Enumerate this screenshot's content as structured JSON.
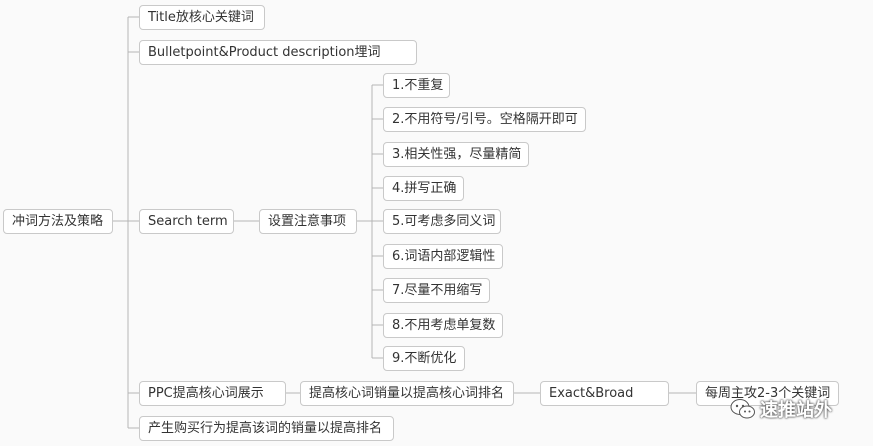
{
  "mindmap": {
    "root": "冲词方法及策略",
    "branches": {
      "title": "Title放核心关键词",
      "bullet": "Bulletpoint&Product description埋词",
      "search_term": "Search term",
      "ppc": "PPC提高核心词展示",
      "purchase": "产生购买行为提高该词的销量以提高排名"
    },
    "search_term_child": "设置注意事项",
    "notes": [
      "1.不重复",
      "2.不用符号/引号。空格隔开即可",
      "3.相关性强，尽量精简",
      "4.拼写正确",
      "5.可考虑多同义词",
      "6.词语内部逻辑性",
      "7.尽量不用缩写",
      "8.不用考虑单复数",
      "9.不断优化"
    ],
    "ppc_chain": [
      "提高核心词销量以提高核心词排名",
      "Exact&Broad",
      "每周主攻2-3个关键词"
    ]
  },
  "watermark": {
    "text": "速推站外",
    "icon": "wechat-icon"
  },
  "colors": {
    "line": "#b5b5b5",
    "node_border": "#c9c9c9",
    "background": "#fafafa"
  }
}
